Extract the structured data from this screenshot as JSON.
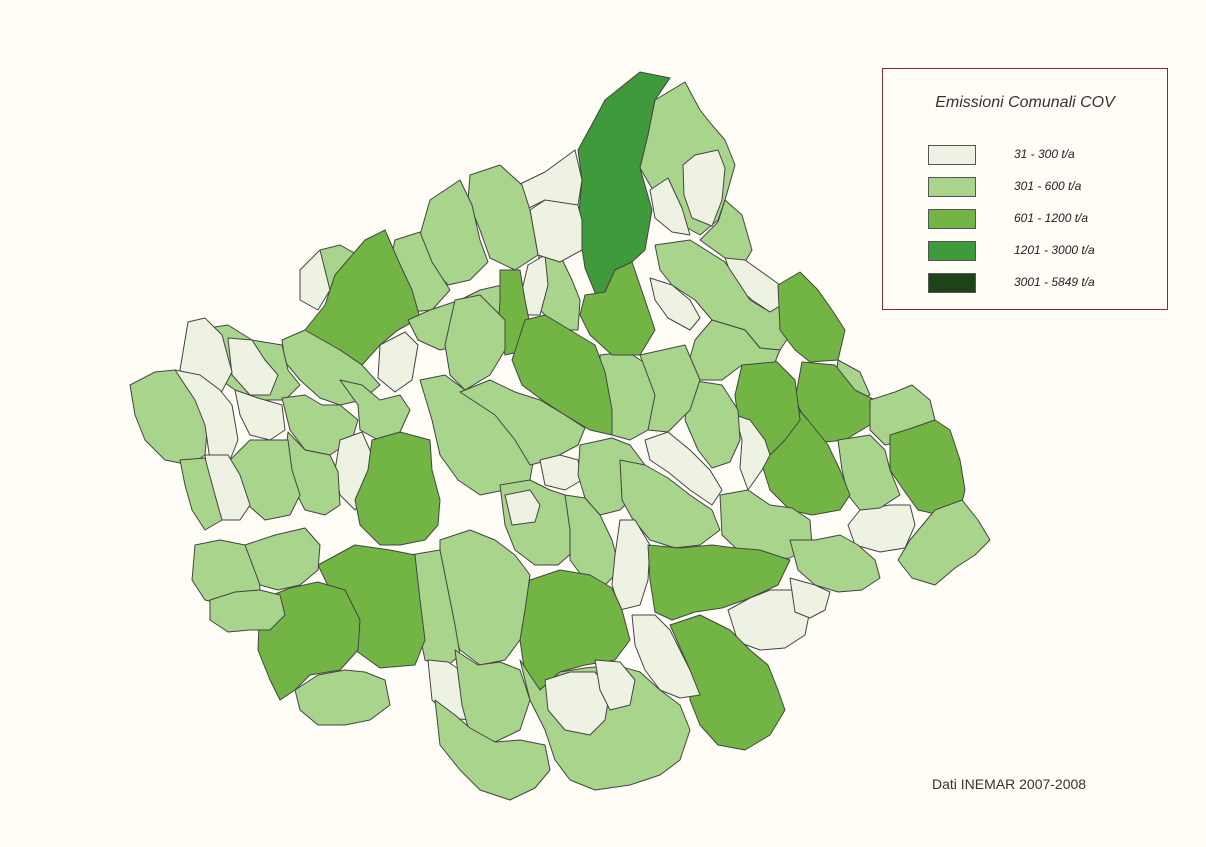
{
  "legend": {
    "title": "Emissioni Comunali COV",
    "classes": [
      {
        "label": "31 - 300 t/a",
        "color": "#eef2e3"
      },
      {
        "label": "301 - 600 t/a",
        "color": "#a8d48c"
      },
      {
        "label": "601 - 1200 t/a",
        "color": "#72b544"
      },
      {
        "label": "1201 - 3000 t/a",
        "color": "#3f9a3c"
      },
      {
        "label": "3001 - 5849 t/a",
        "color": "#1d4419"
      }
    ]
  },
  "source": "Dati INEMAR 2007-2008",
  "map": {
    "outline_color": "#444444",
    "background_color": "#fffdf6"
  }
}
